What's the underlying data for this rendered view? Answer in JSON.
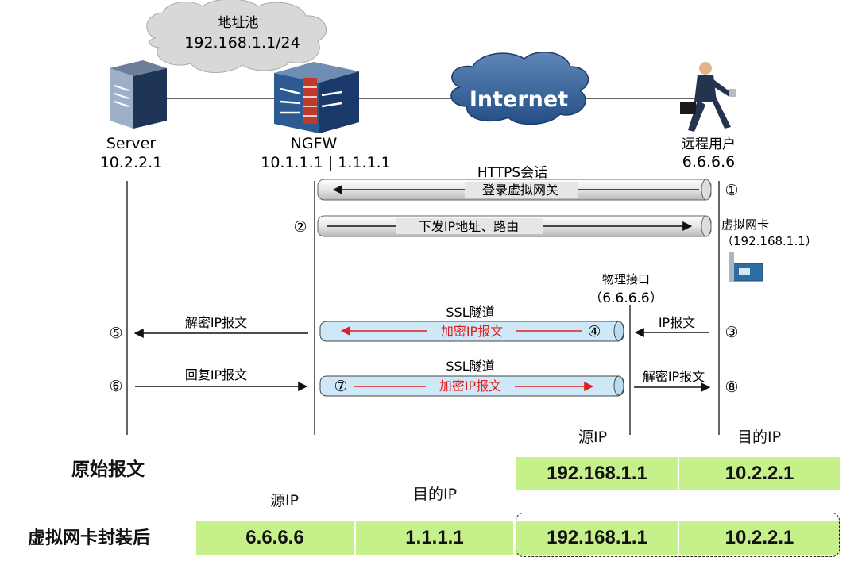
{
  "pool": {
    "title": "地址池",
    "subnet": "192.168.1.1/24"
  },
  "nodes": {
    "server": {
      "name": "Server",
      "ip": "10.2.2.1"
    },
    "ngfw": {
      "name": "NGFW",
      "ip": "10.1.1.1 | 1.1.1.1"
    },
    "internet": {
      "label": "Internet"
    },
    "remote_user": {
      "name": "远程用户",
      "ip": "6.6.6.6"
    }
  },
  "https_session": "HTTPS会话",
  "steps": {
    "s1": {
      "num": "①",
      "label": "登录虚拟网关"
    },
    "s2": {
      "num": "②",
      "label": "下发IP地址、路由"
    },
    "s3": {
      "num": "③",
      "label": "IP报文"
    },
    "s4": {
      "num": "④",
      "label": "加密IP报文"
    },
    "s5": {
      "num": "⑤",
      "label": "解密IP报文"
    },
    "s6": {
      "num": "⑥",
      "label": "回复IP报文"
    },
    "s7": {
      "num": "⑦",
      "label": "加密IP报文"
    },
    "s8": {
      "num": "⑧",
      "label": "解密IP报文"
    }
  },
  "ssl_tunnel": "SSL隧道",
  "virtual_nic": {
    "label": "虚拟网卡",
    "ip": "（192.168.1.1）"
  },
  "physical_if": {
    "label": "物理接口",
    "ip": "（6.6.6.6）"
  },
  "table": {
    "src_ip": "源IP",
    "dst_ip": "目的IP",
    "row_original": {
      "label": "原始报文",
      "src": "192.168.1.1",
      "dst": "10.2.2.1"
    },
    "row_encap": {
      "label": "虚拟网卡封装后",
      "outer_src": "6.6.6.6",
      "outer_dst": "1.1.1.1",
      "inner_src": "192.168.1.1",
      "inner_dst": "10.2.2.1"
    }
  },
  "colors": {
    "accent_red": "#e02020",
    "tunnel_fill": "#cfe8f8",
    "cell_green": "#c6f08a"
  }
}
